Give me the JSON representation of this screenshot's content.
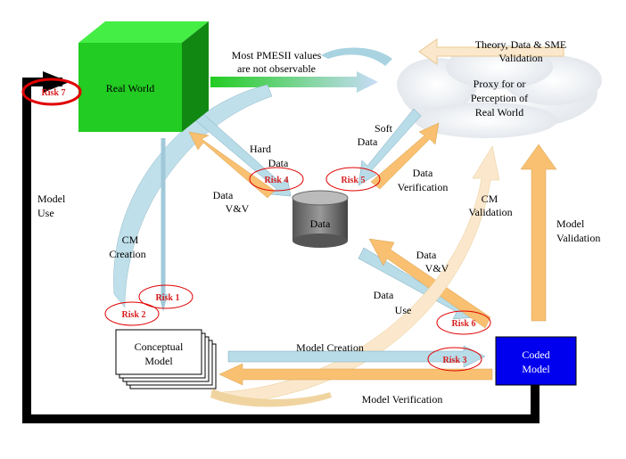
{
  "nodes": {
    "real_world": "Real World",
    "proxy": [
      "Proxy for or",
      "Perception of",
      "Real World"
    ],
    "data": "Data",
    "conceptual_model": [
      "Conceptual",
      "Model"
    ],
    "coded_model": [
      "Coded",
      "Model"
    ]
  },
  "labels": {
    "pmesii": [
      "Most PMESII values",
      "are not observable"
    ],
    "theory": [
      "Theory, Data & SME",
      "Validation"
    ],
    "soft_data": [
      "Soft",
      "Data"
    ],
    "hard_data": [
      "Hard",
      "Data"
    ],
    "data_vv_left": [
      "Data",
      "V&V"
    ],
    "data_verification": [
      "Data",
      "Verification"
    ],
    "cm_validation": [
      "CM",
      "Validation"
    ],
    "model_validation": [
      "Model",
      "Validation"
    ],
    "model_use": [
      "Model",
      "Use"
    ],
    "cm_creation": [
      "CM",
      "Creation"
    ],
    "data_vv_right": [
      "Data",
      "V&V"
    ],
    "data_use": [
      "Data",
      "Use"
    ],
    "model_creation": "Model Creation",
    "model_verification": "Model Verification"
  },
  "risks": {
    "r1": "Risk 1",
    "r2": "Risk 2",
    "r3": "Risk 3",
    "r4": "Risk 4",
    "r5": "Risk 5",
    "r6": "Risk 6",
    "r7": "Risk 7"
  },
  "colors": {
    "real_world_front": "#22cc22",
    "real_world_top": "#44ee44",
    "real_world_side": "#118811",
    "coded_model": "#0000ee",
    "orange_arrow": "#f8c070",
    "blue_arrow": "#b8dce8",
    "risk_red": "#d81e1e",
    "loop_black": "#000000"
  }
}
